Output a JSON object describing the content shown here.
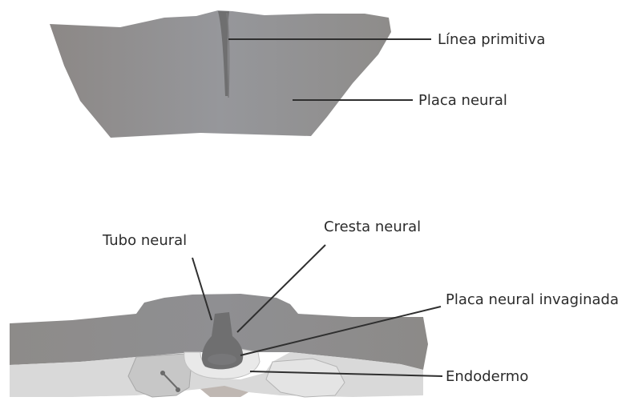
{
  "labels": {
    "linea_primitiva": "Línea primitiva",
    "placa_neural": "Placa neural",
    "tubo_neural": "Tubo neural",
    "cresta_neural": "Cresta neural",
    "placa_neural_invaginada": "Placa neural invaginada",
    "endodermo": "Endodermo"
  },
  "colors": {
    "tissue_dark": "#8a8888",
    "tissue_mid": "#9a9a9c",
    "tissue_light": "#cfcfcf",
    "tissue_pale": "#e6e6e6",
    "groove": "#6e6e6e",
    "leader_line": "#2f2f2f",
    "text": "#2b2b2b"
  }
}
